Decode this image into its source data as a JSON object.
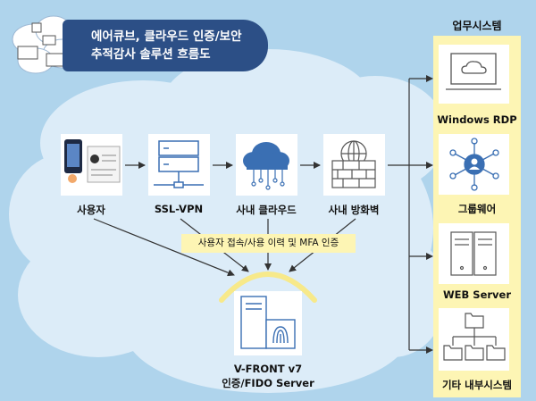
{
  "title": {
    "line1": "에어큐브, 클라우드 인증/보안",
    "line2": "추적감사 솔루션 흐름도"
  },
  "flow_nodes": [
    {
      "label": "사용자",
      "icon": "user-phone-icon"
    },
    {
      "label": "SSL-VPN",
      "icon": "vpn-server-icon"
    },
    {
      "label": "사내 클라우드",
      "icon": "cloud-icon"
    },
    {
      "label": "사내 방화벽",
      "icon": "firewall-icon"
    }
  ],
  "note": "사용자 접속/사용 이력 및 MFA 인증",
  "server": {
    "line1": "V-FRONT v7",
    "line2": "인증/FIDO Server",
    "icon": "fingerprint-server-icon"
  },
  "systems": {
    "title": "업무시스템",
    "items": [
      {
        "label": "Windows RDP",
        "icon": "monitor-cloud-icon"
      },
      {
        "label": "그룹웨어",
        "icon": "network-hub-icon"
      },
      {
        "label": "WEB Server",
        "icon": "web-server-icon"
      },
      {
        "label": "기타 내부시스템",
        "icon": "folder-tree-icon"
      }
    ]
  },
  "colors": {
    "background": "#afd4ec",
    "title_box": "#2c4f86",
    "highlight": "#fdf5b4",
    "icon_blue": "#3a6fb3",
    "line_dark": "#333333"
  }
}
